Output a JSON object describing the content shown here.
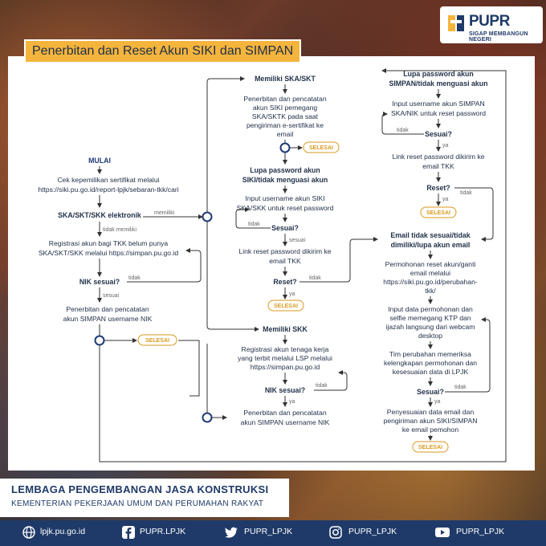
{
  "brand": {
    "name": "PUPR",
    "tagline": "SIGAP MEMBANGUN NEGERI"
  },
  "title": "Penerbitan dan Reset Akun SIKI dan SIMPAN",
  "left": {
    "start": "MULAI",
    "check1": "Cek kepemilikan sertifikat melalui",
    "check2": "https://siki.pu.go.id/report-lpjk/sebaran-tkk/cari",
    "ska": "SKA/SKT/SKK elektronik",
    "reg1": "Registrasi akun bagi TKK belum punya",
    "reg2": "SKA/SKT/SKK melalui https://simpan.pu.go.id",
    "nik": "NIK sesuai?",
    "issue1": "Penerbitan dan pencatatan",
    "issue2": "akun SIMPAN username NIK"
  },
  "mid": {
    "has_ska": "Memiliki SKA/SKT",
    "p1": "Penerbitan dan pencatatan",
    "p2": "akun SIKI pemegang",
    "p3": "SKA/SKTK pada saat",
    "p4": "pengiriman e-sertifikat ke",
    "p5": "email",
    "lupa1": "Lupa password akun",
    "lupa2": "SIKI/tidak menguasi akun",
    "in1": "Input username akun SIKI",
    "in2": "SKA/SKK untuk reset password",
    "sesuai": "Sesuai?",
    "link1": "Link reset password dikirim ke",
    "link2": "email TKK",
    "reset": "Reset?",
    "has_skk": "Memiliki SKK",
    "rg1": "Registrasi akun tenaga kerja",
    "rg2": "yang terbit melalui LSP melalui",
    "rg3": "https://simpan.pu.go.id",
    "nik": "NIK sesuai?",
    "is1": "Penerbitan dan pencatatan",
    "is2": "akun SIMPAN username NIK"
  },
  "right": {
    "lupa1": "Lupa password akun",
    "lupa2": "SIMPAN/tidak menguasi akun",
    "in1": "Input username akun SIMPAN",
    "in2": "SKA/NIK untuk reset password",
    "sesuai": "Sesuai?",
    "link1": "Link reset password dikirim ke",
    "link2": "email TKK",
    "reset": "Reset?",
    "email1": "Email tidak sesuai/tidak",
    "email2": "dimiliki/lupa akun email",
    "pm1": "Permohonan reset akun/ganti",
    "pm2": "email melalui",
    "pm3": "https://siki.pu.go.id/perubahan-",
    "pm4": "tkk/",
    "id1": "Input data permohonan dan",
    "id2": "selfie memegang KTP dan",
    "id3": "ijazah langsung dari webcam",
    "id4": "desktop",
    "tim1": "Tim perubahan memeriksa",
    "tim2": "kelengkapan permohonan dan",
    "tim3": "kesesuaian data di LPJK",
    "sesuai2": "Sesuai?",
    "py1": "Penyesuaian data email dan",
    "py2": "pengiriman akun SIKI/SIMPAN",
    "py3": "ke email pemohon"
  },
  "labels": {
    "memiliki": "memiliki",
    "tidak_memiliki": "tidak memiliki",
    "tidak": "tidak",
    "sesuai": "sesuai",
    "ya": "ya",
    "selesai": "SELESAI"
  },
  "footer": {
    "org1": "LEMBAGA PENGEMBANGAN JASA KONSTRUKSI",
    "org2": "KEMENTERIAN PEKERJAAN UMUM DAN PERUMAHAN RAKYAT",
    "web": "lpjk.pu.go.id",
    "facebook": "PUPR.LPJK",
    "twitter": "PUPR_LPJK",
    "instagram": "PUPR_LPJK",
    "youtube": "PUPR_LPJK"
  },
  "colors": {
    "accent": "#f5b43c",
    "navy": "#1f3a68",
    "selesai": "#d99a20",
    "node": "#1f3a78"
  }
}
